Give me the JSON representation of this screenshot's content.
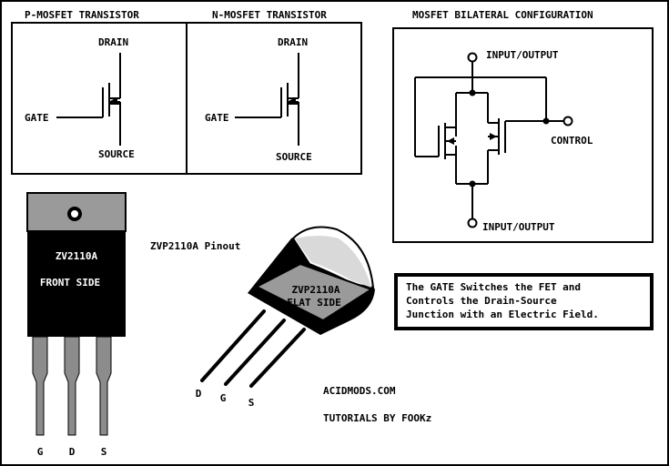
{
  "panels": {
    "pmos": {
      "title": "P-MOSFET TRANSISTOR",
      "drain": "DRAIN",
      "gate": "GATE",
      "source": "SOURCE"
    },
    "nmos": {
      "title": "N-MOSFET TRANSISTOR",
      "drain": "DRAIN",
      "gate": "GATE",
      "source": "SOURCE"
    },
    "bilateral": {
      "title": "MOSFET BILATERAL CONFIGURATION",
      "io_top": "INPUT/OUTPUT",
      "control": "CONTROL",
      "io_bottom": "INPUT/OUTPUT"
    }
  },
  "to220": {
    "part": "ZV2110A",
    "side": "FRONT SIDE",
    "pins": [
      "G",
      "D",
      "S"
    ]
  },
  "to92": {
    "pinout_label": "ZVP2110A Pinout",
    "part": "ZVP2110A",
    "side": "FLAT SIDE",
    "pins": [
      "D",
      "G",
      "S"
    ]
  },
  "note": {
    "lines": [
      "The GATE Switches the FET and",
      "Controls the Drain-Source",
      "Junction with an Electric Field."
    ]
  },
  "credits": {
    "site": "ACIDMODS.COM",
    "author": "TUTORIALS BY FOOKz"
  },
  "colors": {
    "background": "#ffffff",
    "line": "#000000",
    "tab_gray": "#9a9a9a",
    "body_black": "#000000",
    "lead_gray": "#8c8c8c"
  }
}
